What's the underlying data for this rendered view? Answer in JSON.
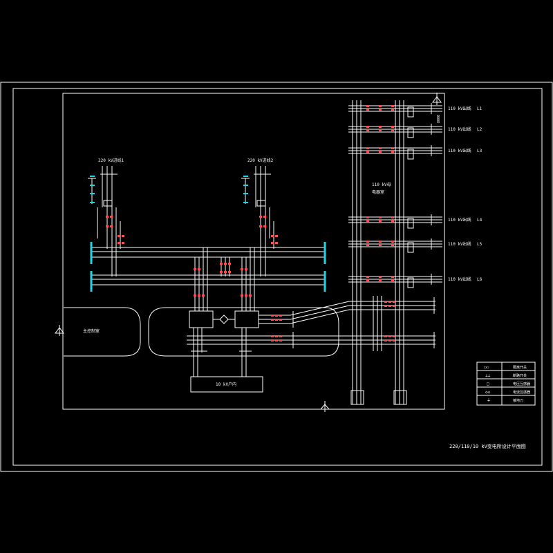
{
  "drawing": {
    "title": "220/110/10 kV变电所设计平面图",
    "colors": {
      "background": "#000000",
      "lines": "#ffffff",
      "busbar": "#22d3e6",
      "breaker": "#ff4d4d"
    }
  },
  "labels": {
    "line_220_1": "220 kV进线1",
    "line_220_2": "220 kV进线2",
    "out_110": [
      {
        "text": "110 kV出线",
        "tag": "L1"
      },
      {
        "text": "110 kV出线",
        "tag": "L2"
      },
      {
        "text": "110 kV出线",
        "tag": "L3"
      },
      {
        "text": "110 kV出线",
        "tag": "L4"
      },
      {
        "text": "110 kV出线",
        "tag": "L5"
      },
      {
        "text": "110 kV出线",
        "tag": "L6"
      }
    ],
    "bay_110_line1": "110 kV母",
    "bay_110_line2": "电器室",
    "control_room": "主控制室",
    "indoor_10kv": "10 kV户内",
    "side_mark": "8000"
  },
  "legend": {
    "items": [
      {
        "symbol_text": "▭▭",
        "label": "隔离开关"
      },
      {
        "symbol_text": "⊥⊥",
        "label": "断路开关"
      },
      {
        "symbol_text": "□",
        "label": "电压互感器"
      },
      {
        "symbol_text": "◇◇",
        "label": "电流互感器"
      },
      {
        "symbol_text": "⏚",
        "label": "接地刀"
      }
    ]
  }
}
